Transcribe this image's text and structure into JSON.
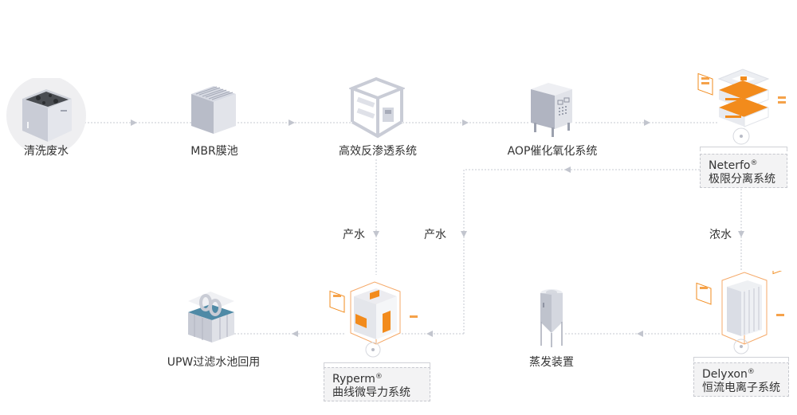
{
  "diagram": {
    "nodes": [
      {
        "id": "wastewater",
        "label": "清洗废水",
        "icon": "wastewater-tank-icon"
      },
      {
        "id": "mbr",
        "label": "MBR膜池",
        "icon": "mbr-membrane-module-icon"
      },
      {
        "id": "ro",
        "label": "高效反渗透系统",
        "icon": "reverse-osmosis-rack-icon"
      },
      {
        "id": "aop",
        "label": "AOP催化氧化系统",
        "icon": "aop-cabinet-icon"
      },
      {
        "id": "neterfo",
        "brand": "Neterfo",
        "reg": "®",
        "label": "极限分离系统",
        "icon": "neterfo-stack-icon"
      },
      {
        "id": "delyxon",
        "brand": "Delyxon",
        "reg": "®",
        "label": "恒流电离子系统",
        "icon": "delyxon-stack-icon"
      },
      {
        "id": "evaporator",
        "label": "蒸发装置",
        "icon": "evaporator-silo-icon"
      },
      {
        "id": "ryperm",
        "brand": "Ryperm",
        "reg": "®",
        "label": "曲线微导力系统",
        "icon": "ryperm-cube-icon"
      },
      {
        "id": "upw",
        "label": "UPW过滤水池回用",
        "icon": "upw-pool-icon"
      }
    ],
    "flow_labels": {
      "ro_product": "产水",
      "neterfo_product": "产水",
      "concentrate": "浓水"
    },
    "edges": [
      {
        "from": "wastewater",
        "to": "mbr"
      },
      {
        "from": "mbr",
        "to": "ro"
      },
      {
        "from": "ro",
        "to": "aop"
      },
      {
        "from": "aop",
        "to": "neterfo"
      },
      {
        "from": "neterfo",
        "to": "ryperm",
        "label": "产水"
      },
      {
        "from": "ro",
        "to": "ryperm",
        "label": "产水"
      },
      {
        "from": "neterfo",
        "to": "delyxon",
        "label": "浓水"
      },
      {
        "from": "delyxon",
        "to": "evaporator"
      },
      {
        "from": "ryperm",
        "to": "upw"
      }
    ],
    "colors": {
      "accent": "#f28b1c",
      "line": "#c5c8d0",
      "arrow": "#c2c5ce",
      "device": "#dfe1e8",
      "device_dark": "#a7abb8"
    }
  }
}
